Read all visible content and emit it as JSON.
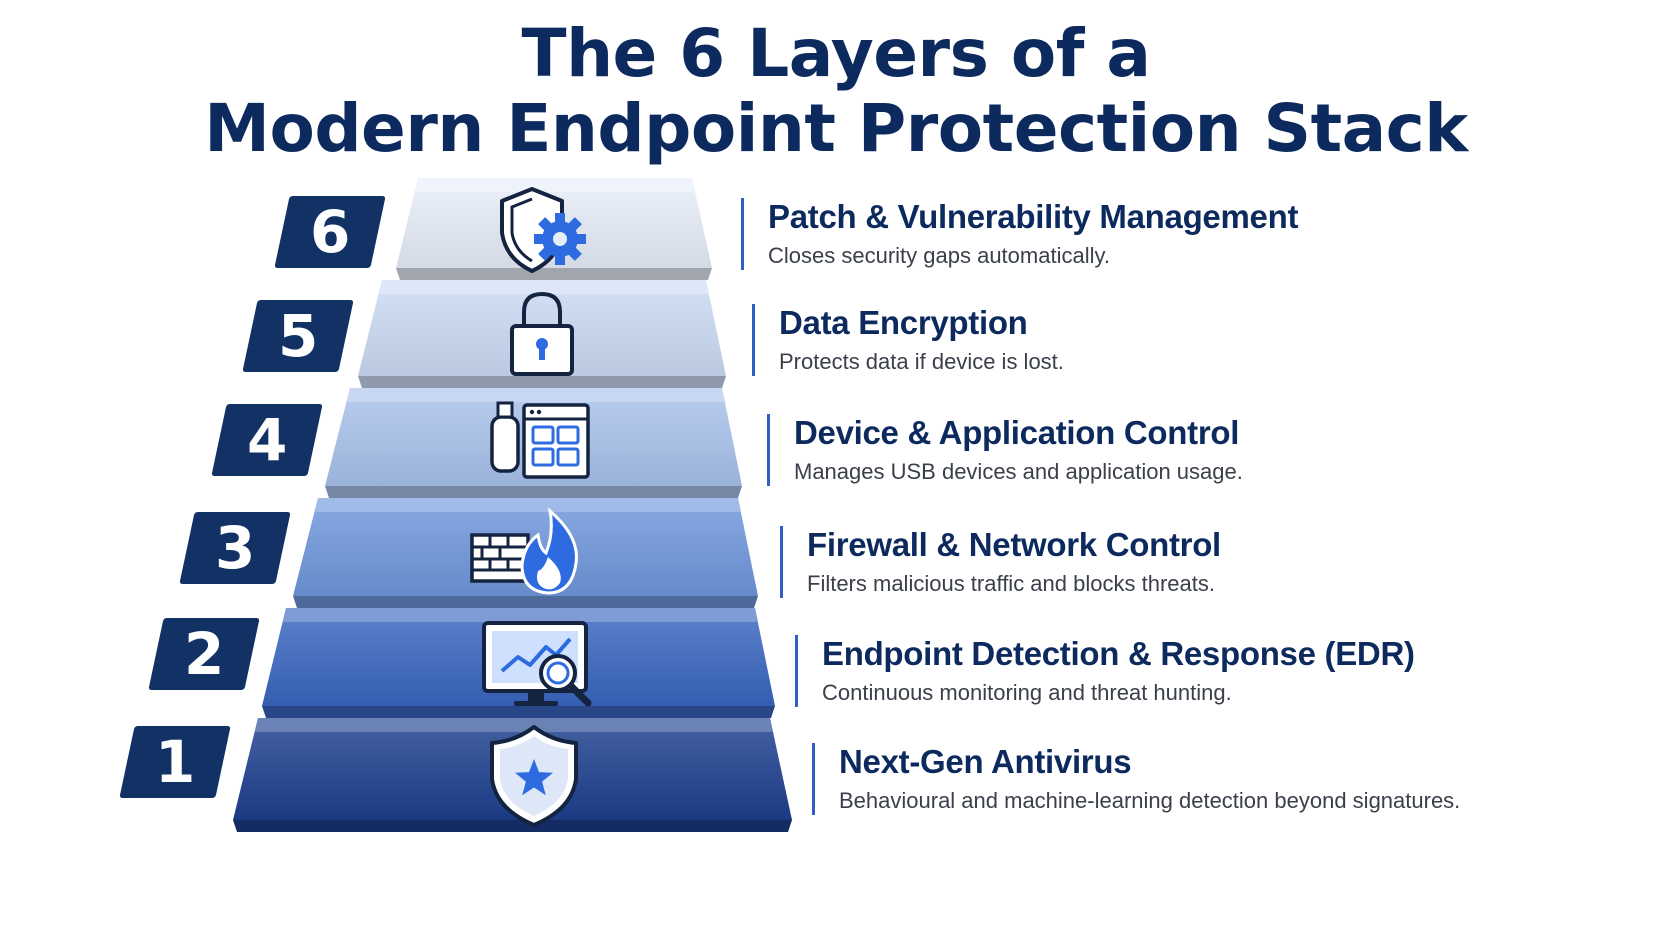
{
  "title": {
    "line1": "The 6 Layers of a",
    "line2": "Modern Endpoint Protection Stack"
  },
  "layers": [
    {
      "number": "6",
      "name": "Patch & Vulnerability Management",
      "description": "Closes security gaps automatically.",
      "icon": "shield-gear-icon",
      "color": "#e6edf9"
    },
    {
      "number": "5",
      "name": "Data Encryption",
      "description": "Protects data if device is lost.",
      "icon": "padlock-icon",
      "color": "#cbdaf4"
    },
    {
      "number": "4",
      "name": "Device & Application Control",
      "description": "Manages USB devices and application usage.",
      "icon": "usb-app-window-icon",
      "color": "#a9c2ec"
    },
    {
      "number": "3",
      "name": "Firewall & Network Control",
      "description": "Filters malicious traffic and blocks threats.",
      "icon": "firewall-flame-icon",
      "color": "#6f97dd"
    },
    {
      "number": "2",
      "name": "Endpoint Detection & Response (EDR)",
      "description": "Continuous monitoring and threat hunting.",
      "icon": "monitor-chart-magnifier-icon",
      "color": "#3a66c0"
    },
    {
      "number": "1",
      "name": "Next-Gen Antivirus",
      "description": "Behavioural and machine-learning detection beyond signatures.",
      "icon": "shield-star-icon",
      "color": "#1c3f8e"
    }
  ],
  "colors": {
    "title": "#0d2a5e",
    "badge": "#123266",
    "accent": "#2f6be0",
    "divider": "#2f5fc4"
  }
}
